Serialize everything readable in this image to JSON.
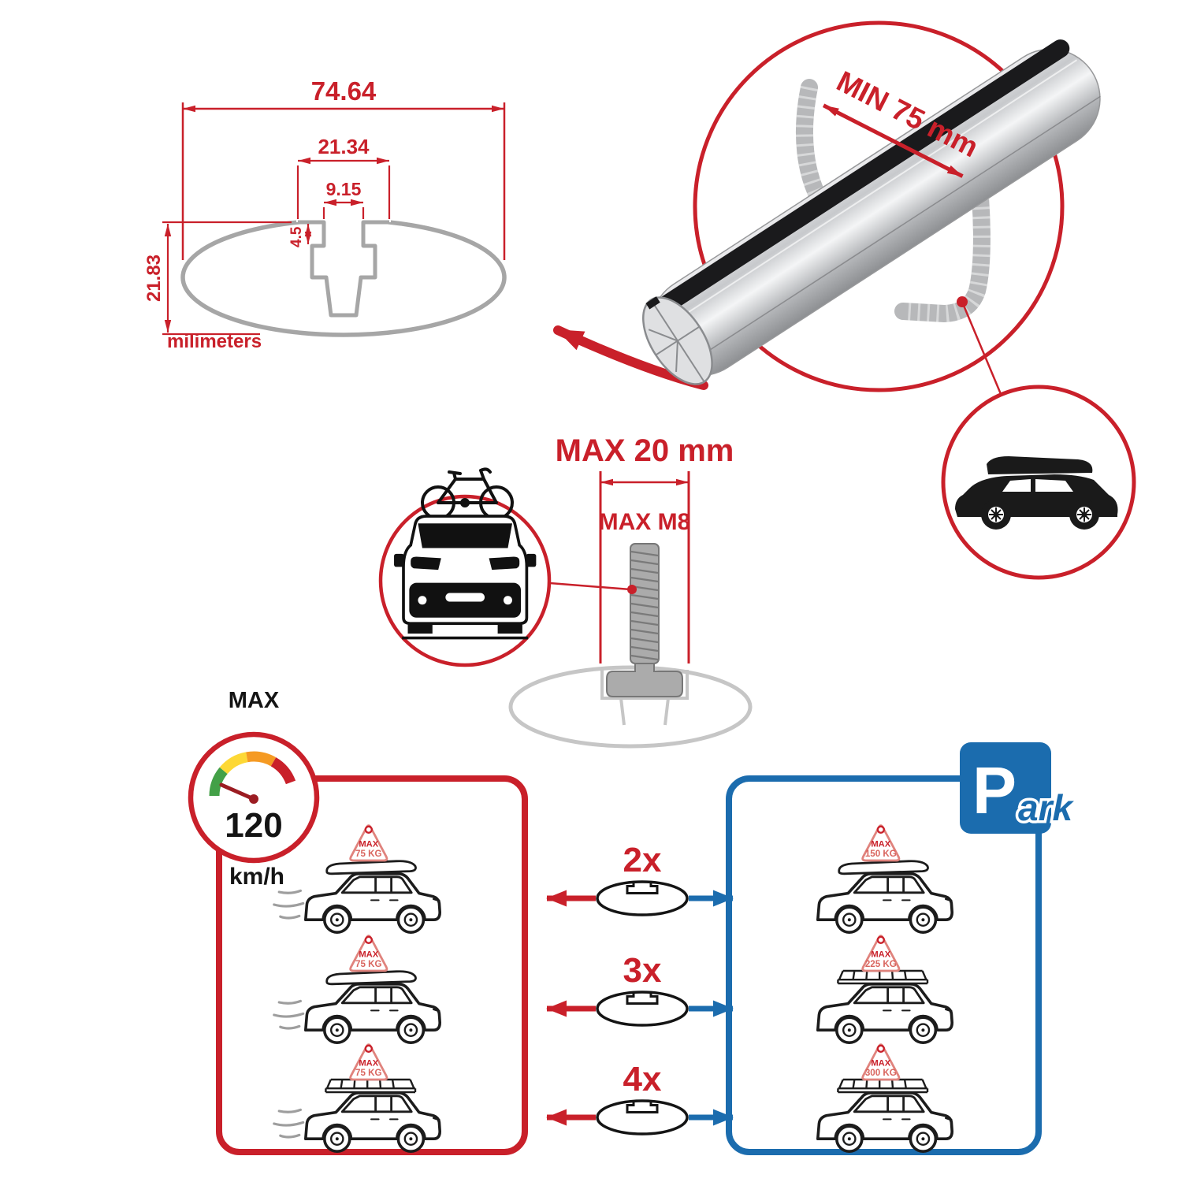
{
  "colors": {
    "accent_red": "#c9202a",
    "accent_blue": "#1b6cae",
    "profile_gray": "#a6a6a6",
    "line_black": "#1c1c1c",
    "gauge_green": "#43a047",
    "gauge_yellow": "#fdd835",
    "gauge_orange": "#f59a23",
    "gauge_red": "#c9202a"
  },
  "profile_dimensions": {
    "total_width": "74.64",
    "channel_outer_width": "21.34",
    "channel_opening_width": "9.15",
    "lip_depth": "4.5",
    "total_height": "21.83",
    "units": "milimeters"
  },
  "bar_callout": {
    "min_clamp_span": "MIN 75 mm"
  },
  "bolt_callout": {
    "max_slot_width": "MAX 20 mm",
    "max_thread": "MAX M8"
  },
  "speed_limit": {
    "label": "MAX",
    "value": "120",
    "unit": "km/h"
  },
  "parking_sign": {
    "p": "P",
    "ark": "ark"
  },
  "driving_cars": [
    {
      "tag_label": "MAX",
      "tag_weight": "75 KG"
    },
    {
      "tag_label": "MAX",
      "tag_weight": "75 KG"
    },
    {
      "tag_label": "MAX",
      "tag_weight": "75 KG"
    }
  ],
  "bar_counts": [
    "2x",
    "3x",
    "4x"
  ],
  "parked_cars": [
    {
      "tag_label": "MAX",
      "tag_weight": "150 KG"
    },
    {
      "tag_label": "MAX",
      "tag_weight": "225 KG"
    },
    {
      "tag_label": "MAX",
      "tag_weight": "300 KG"
    }
  ]
}
